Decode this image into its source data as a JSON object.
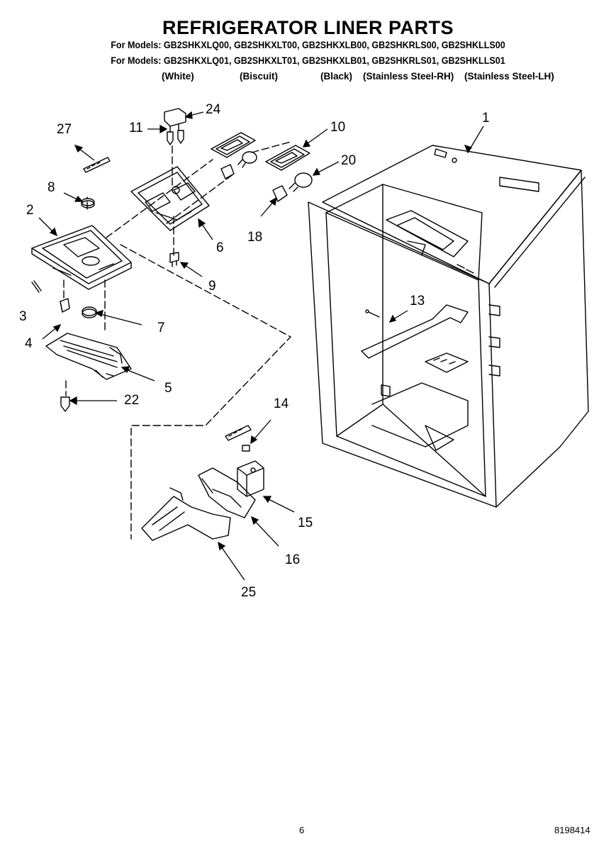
{
  "header": {
    "title": "REFRIGERATOR LINER PARTS",
    "models_line1": "For Models: GB2SHKXLQ00, GB2SHKXLT00, GB2SHKXLB00, GB2SHKRLS00, GB2SHKLLS00",
    "models_line2": "For Models: GB2SHKXLQ01, GB2SHKXLT01, GB2SHKXLB01, GB2SHKRLS01, GB2SHKLLS01",
    "colors": [
      "(White)",
      "(Biscuit)",
      "(Black)",
      "(Stainless Steel-RH)",
      "(Stainless Steel-LH)"
    ]
  },
  "callouts": [
    "1",
    "2",
    "3",
    "4",
    "5",
    "6",
    "7",
    "8",
    "9",
    "10",
    "11",
    "13",
    "14",
    "15",
    "16",
    "18",
    "20",
    "22",
    "24",
    "25",
    "27"
  ],
  "footer": {
    "page": "6",
    "doc_number": "8198414"
  }
}
